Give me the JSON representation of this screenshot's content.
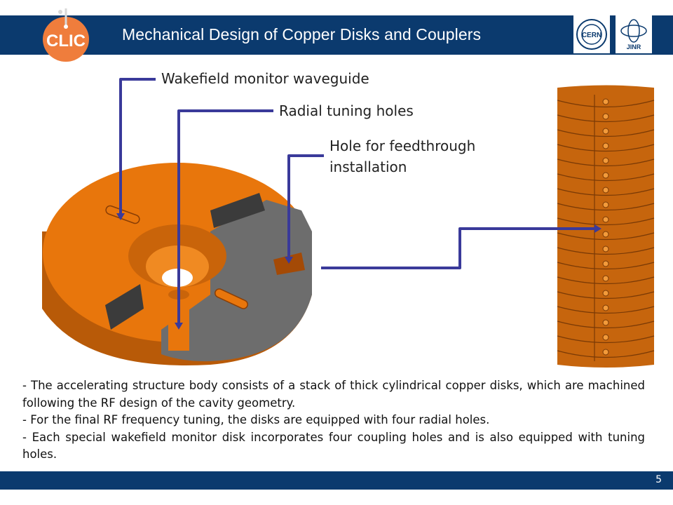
{
  "header": {
    "title": "Mechanical Design of Copper Disks and Couplers",
    "logo_left": "CLIC",
    "logo_right_1": "CERN",
    "logo_right_2": "JINR"
  },
  "callouts": {
    "wakefield": "Wakefield monitor waveguide",
    "radial": "Radial tuning holes",
    "hole_line1": "Hole for feedthrough",
    "hole_line2": "installation"
  },
  "body": {
    "para1": "- The accelerating structure body consists of a stack of thick cylindrical copper disks, which are machined following the RF design of the cavity geometry.",
    "para2": "- For the final RF frequency tuning, the disks are equipped with four radial holes.",
    "para3": "- Each special wakefield monitor disk incorporates four coupling holes and is also equipped with tuning holes."
  },
  "footer": {
    "page": "5"
  },
  "colors": {
    "bar": "#0b3a6e",
    "copper": "#e8760c",
    "copper_dark": "#a44a06",
    "arrow": "#3a3a9a",
    "cut": "#666666"
  }
}
